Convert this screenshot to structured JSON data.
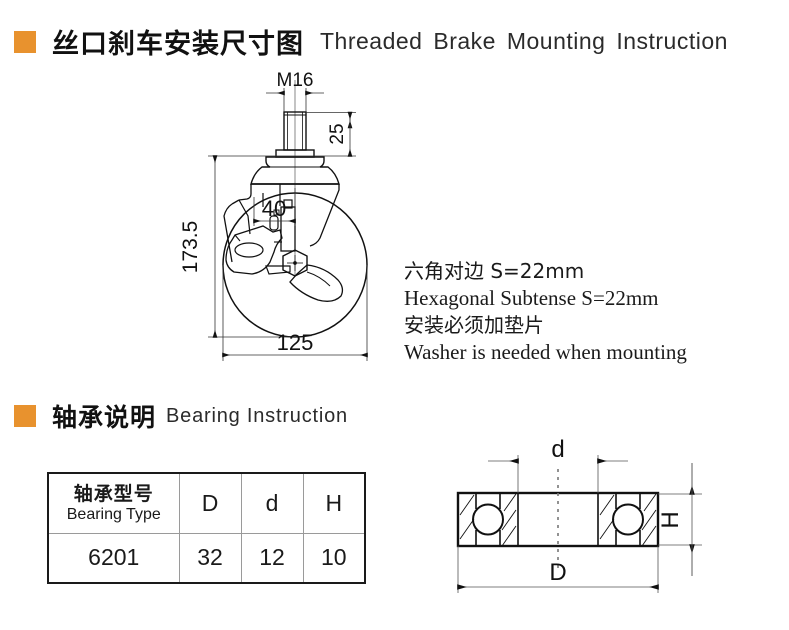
{
  "sections": [
    {
      "marker_color": "#e8922e",
      "title_cn": "丝口刹车安装尺寸图",
      "title_en": "Threaded Brake Mounting Instruction"
    },
    {
      "marker_color": "#e8922e",
      "title_cn": "轴承说明",
      "title_en": "Bearing Instruction"
    }
  ],
  "caster_drawing": {
    "dimensions": {
      "thread": "M16",
      "stem_height": "25",
      "plate_offset": "40",
      "total_height": "173.5",
      "wheel_diameter": "125"
    }
  },
  "notes": {
    "line1_cn": "六角对边 S=22mm",
    "line2_en": "Hexagonal Subtense S=22mm",
    "line3_cn": "安装必须加垫片",
    "line4_en": "Washer is needed when mounting"
  },
  "bearing_table": {
    "headers": {
      "type_cn": "轴承型号",
      "type_en": "Bearing Type",
      "D": "D",
      "d": "d",
      "H": "H"
    },
    "rows": [
      {
        "type": "6201",
        "D": "32",
        "d": "12",
        "H": "10"
      }
    ]
  },
  "bearing_drawing": {
    "labels": {
      "d": "d",
      "D": "D",
      "H": "H"
    }
  }
}
